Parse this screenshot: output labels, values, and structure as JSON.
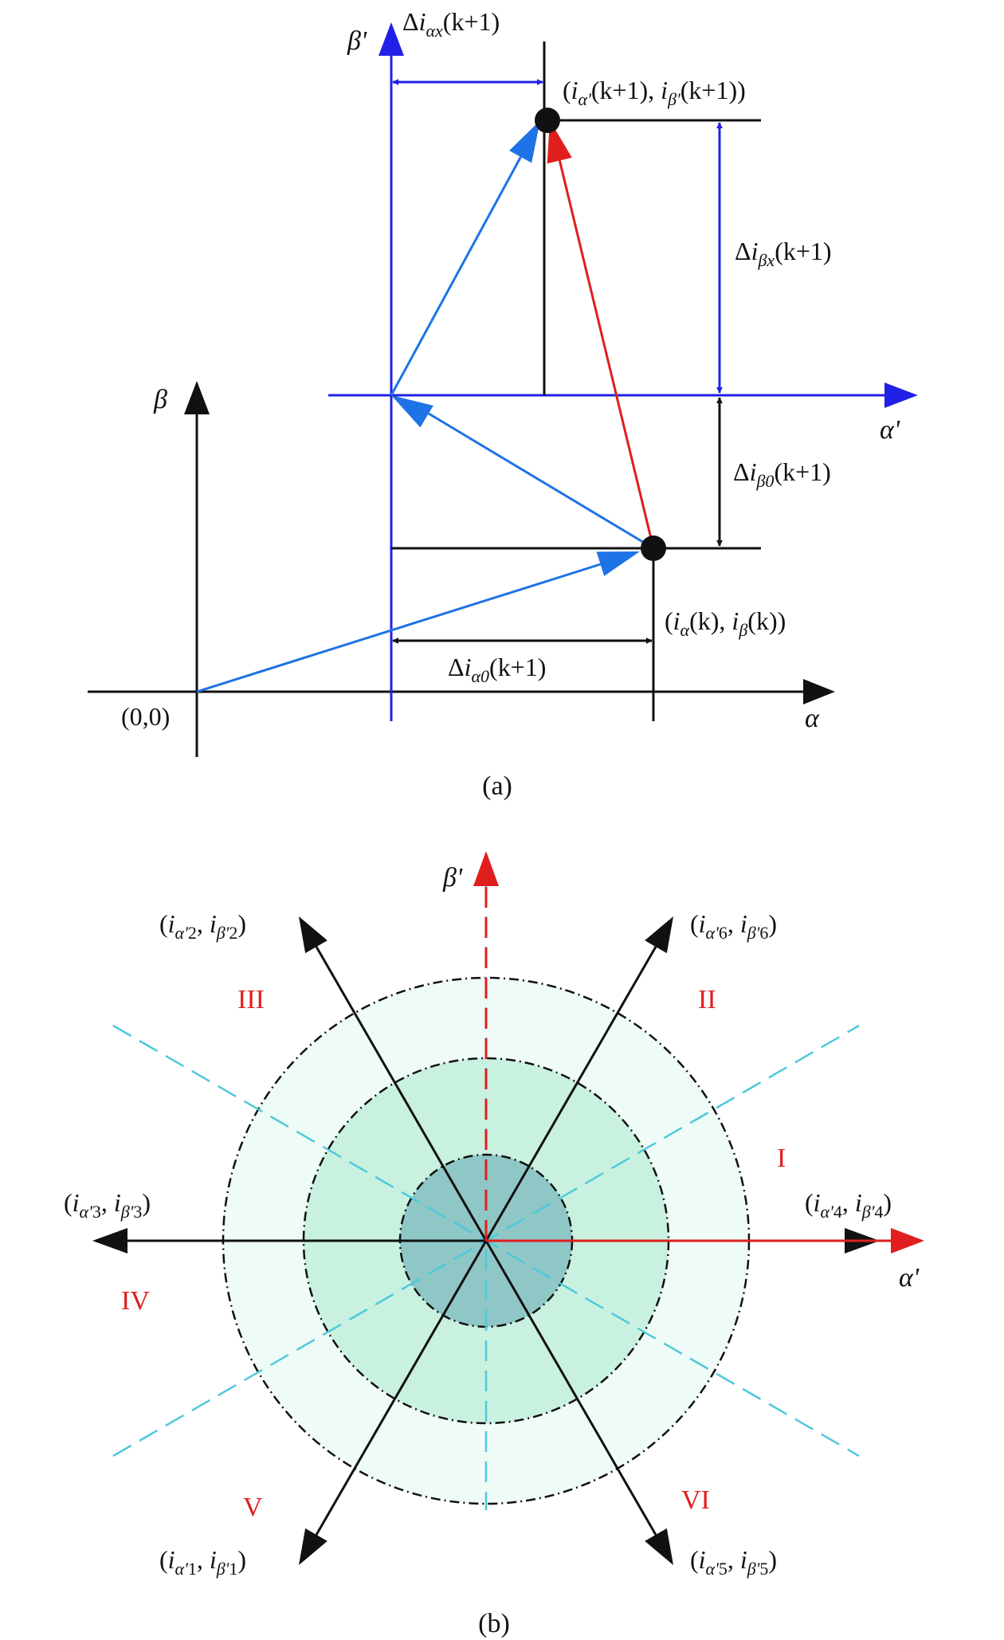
{
  "colors": {
    "blue_axis": "#2020e6",
    "vector_blue": "#1e73e6",
    "vector_red": "#e01e1e",
    "black": "#111111",
    "sector_red": "#e01e1e",
    "cyan_dashed": "#4ec9dc",
    "ring_outer": "#effbf6",
    "ring_middle": "#c9f1e0",
    "ring_inner": "#8ec7c6"
  },
  "panel_a": {
    "caption": "(a)",
    "axis_alpha": "α",
    "axis_beta": "β",
    "axis_alpha_prime": "α'",
    "axis_beta_prime": "β'",
    "origin": "(0,0)",
    "point_k": {
      "open": "(",
      "i1": "i",
      "s1": "α",
      "mid1": "(k), ",
      "i2": "i",
      "s2": "β",
      "close": "(k))"
    },
    "point_k1": {
      "open": "(",
      "i1": "i",
      "s1": "α'",
      "mid1": "(k+1), ",
      "i2": "i",
      "s2": "β'",
      "close": "(k+1))"
    },
    "delta_alpha_x": {
      "delta": "Δ",
      "i": "i",
      "sub": "αx",
      "arg": "(k+1)"
    },
    "delta_beta_x": {
      "delta": "Δ",
      "i": "i",
      "sub": "βx",
      "arg": "(k+1)"
    },
    "delta_beta_0": {
      "delta": "Δ",
      "i": "i",
      "sub": "β0",
      "arg": "(k+1)"
    },
    "delta_alpha_0": {
      "delta": "Δ",
      "i": "i",
      "sub": "α0",
      "arg": "(k+1)"
    }
  },
  "panel_b": {
    "caption": "(b)",
    "axis_alpha_prime": "α'",
    "axis_beta_prime": "β'",
    "sectors": [
      "I",
      "II",
      "III",
      "IV",
      "V",
      "VI"
    ],
    "vectors": [
      {
        "n": "1",
        "i": "i",
        "a": "α'",
        "b": "β'"
      },
      {
        "n": "2",
        "i": "i",
        "a": "α'",
        "b": "β'"
      },
      {
        "n": "3",
        "i": "i",
        "a": "α'",
        "b": "β'"
      },
      {
        "n": "4",
        "i": "i",
        "a": "α'",
        "b": "β'"
      },
      {
        "n": "5",
        "i": "i",
        "a": "α'",
        "b": "β'"
      },
      {
        "n": "6",
        "i": "i",
        "a": "α'",
        "b": "β'"
      }
    ]
  }
}
